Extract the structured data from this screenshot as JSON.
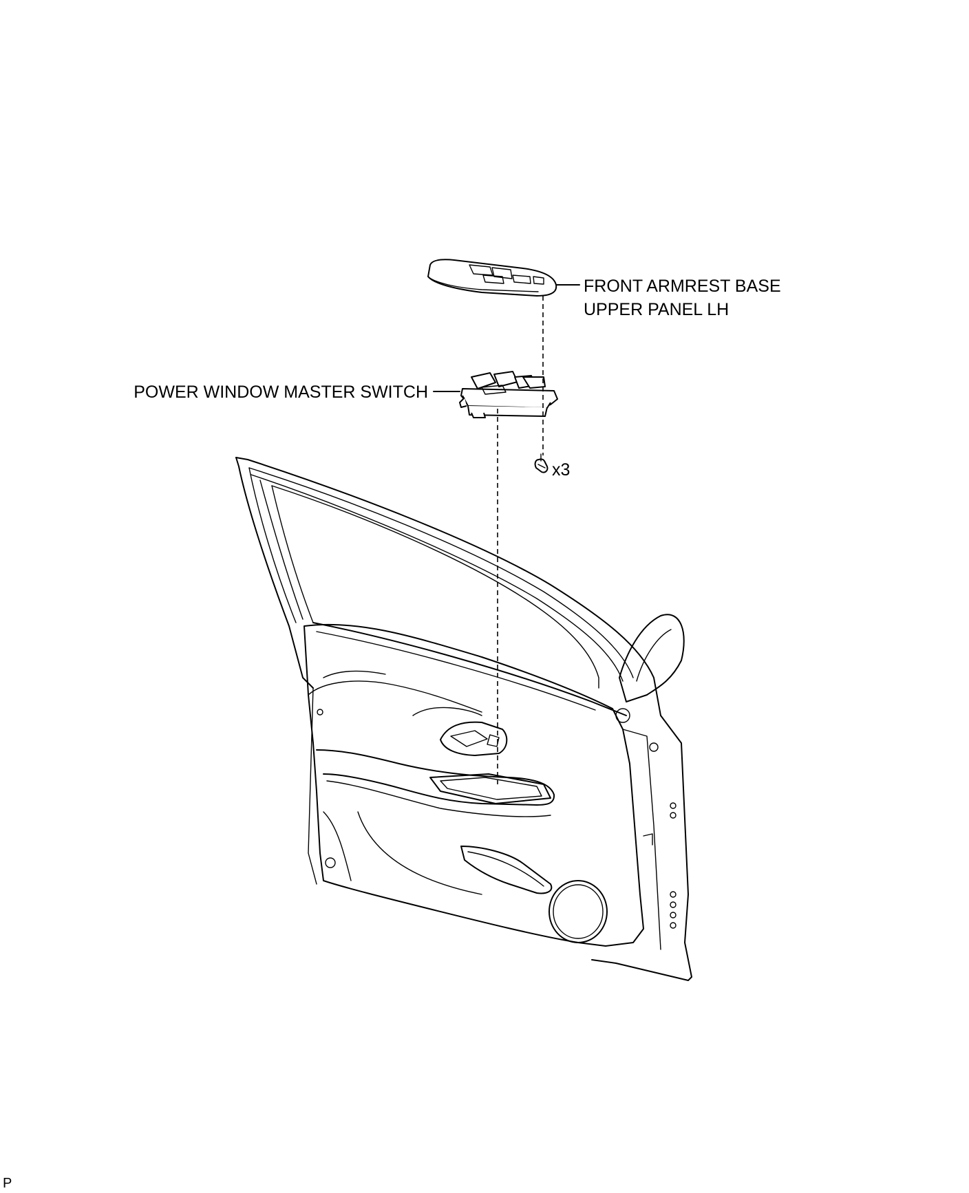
{
  "labels": {
    "armrest_panel_line1": "FRONT ARMREST BASE",
    "armrest_panel_line2": "UPPER PANEL LH",
    "master_switch": "POWER WINDOW MASTER SWITCH",
    "screw_quantity": "x3",
    "figure_code": "P"
  },
  "colors": {
    "line": "#000000",
    "background": "#ffffff"
  }
}
